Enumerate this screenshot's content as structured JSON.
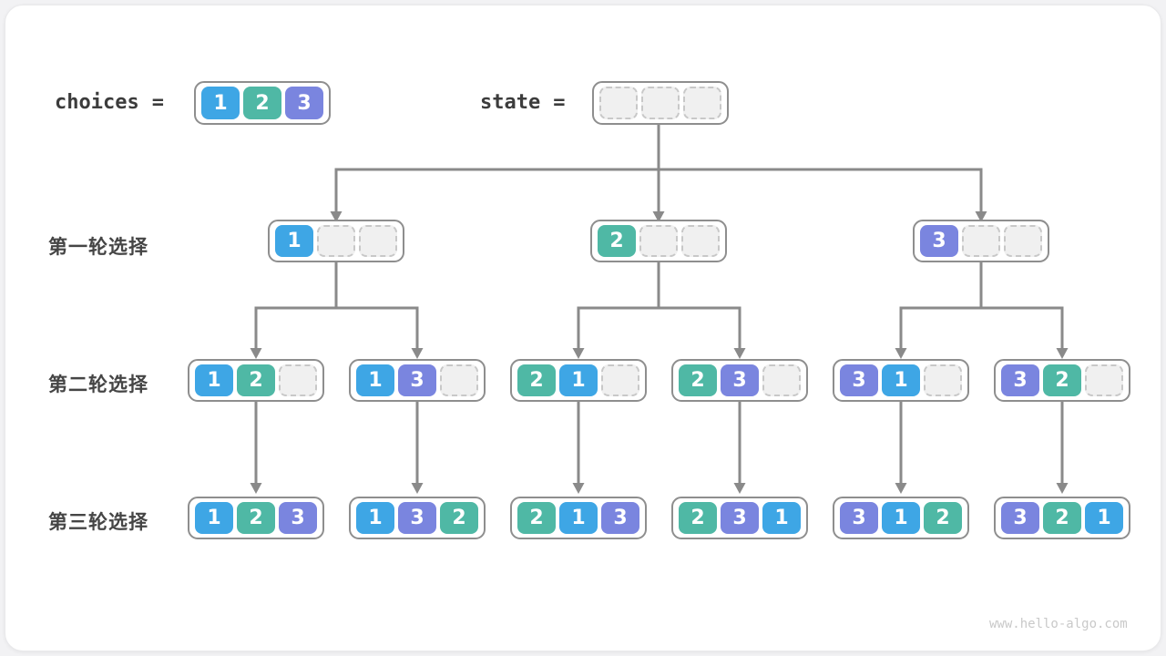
{
  "palette": {
    "1": "#3EA6E5",
    "2": "#4FB8A5",
    "3": "#7A85DF"
  },
  "colors": {
    "line": "#8A8A8A",
    "node_border": "#8E8E8E",
    "empty_fill": "#F0F0F0",
    "empty_border": "#C8C8C8"
  },
  "header": {
    "choices_label": "choices",
    "choices_equals": "=",
    "choices_cells": [
      "1",
      "2",
      "3"
    ],
    "state_label": "state",
    "state_equals": "=",
    "state_cells": [
      "",
      "",
      ""
    ]
  },
  "rows": [
    {
      "label": "第一轮选择",
      "nodes": [
        [
          "1",
          "",
          ""
        ],
        [
          "2",
          "",
          ""
        ],
        [
          "3",
          "",
          ""
        ]
      ]
    },
    {
      "label": "第二轮选择",
      "nodes": [
        [
          "1",
          "2",
          ""
        ],
        [
          "1",
          "3",
          ""
        ],
        [
          "2",
          "1",
          ""
        ],
        [
          "2",
          "3",
          ""
        ],
        [
          "3",
          "1",
          ""
        ],
        [
          "3",
          "2",
          ""
        ]
      ]
    },
    {
      "label": "第三轮选择",
      "nodes": [
        [
          "1",
          "2",
          "3"
        ],
        [
          "1",
          "3",
          "2"
        ],
        [
          "2",
          "1",
          "3"
        ],
        [
          "2",
          "3",
          "1"
        ],
        [
          "3",
          "1",
          "2"
        ],
        [
          "3",
          "2",
          "1"
        ]
      ]
    }
  ],
  "watermark": "www.hello-algo.com"
}
